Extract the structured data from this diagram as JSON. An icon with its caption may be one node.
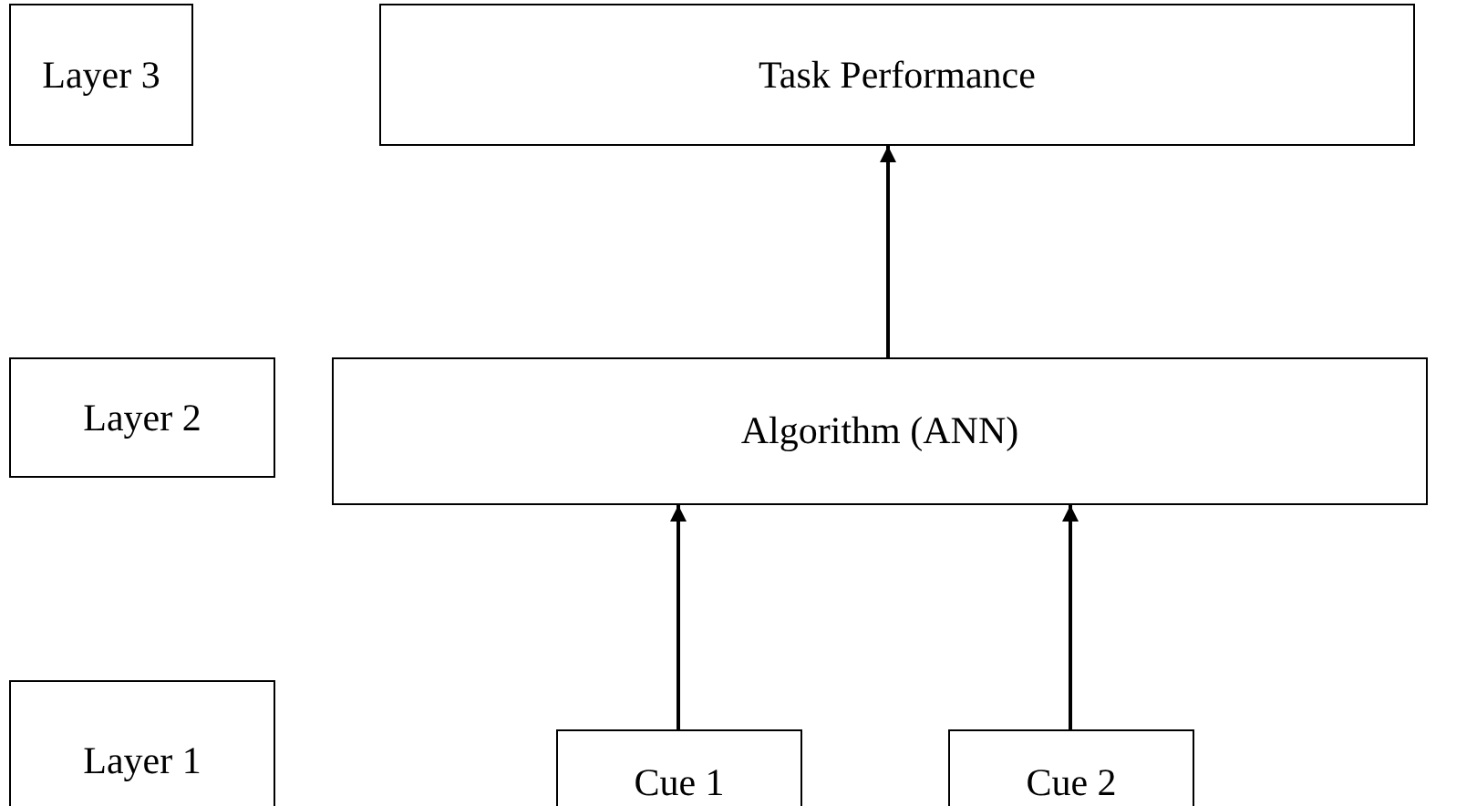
{
  "diagram": {
    "nodes": [
      {
        "text": [
          "Layer 3"
        ]
      },
      {
        "text": [
          "Task Performance"
        ]
      },
      {
        "text": [
          "Layer 2"
        ]
      },
      {
        "text": [
          "Algorithm (ANN)"
        ]
      },
      {
        "text": [
          "Layer 1"
        ]
      },
      {
        "text": [
          "Cue 1"
        ]
      },
      {
        "text": [
          "Cue 2"
        ]
      }
    ],
    "edges": [
      {
        "from": 3,
        "to": 1,
        "arrow": "to"
      },
      {
        "from": 5,
        "to": 3,
        "arrow": "to"
      },
      {
        "from": 6,
        "to": 3,
        "arrow": "to"
      }
    ]
  }
}
